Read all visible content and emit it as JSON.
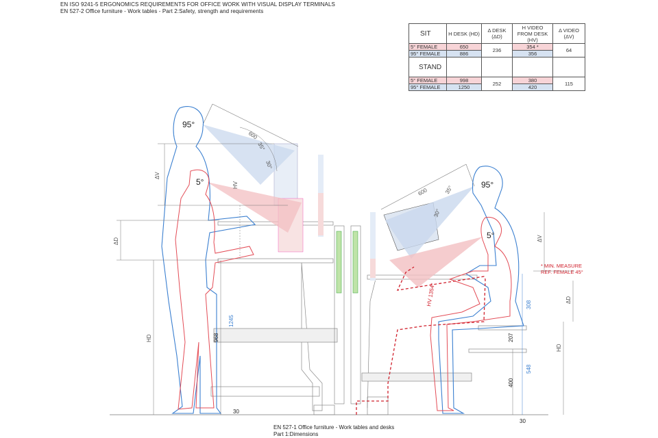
{
  "header": {
    "line1": "EN ISO 9241-5 ERGONOMICS REQUIREMENTS FOR OFFICE WORK WITH VISUAL DISPLAY TERMINALS",
    "line2": "EN 527-2 Office furniture - Work tables - Part 2:Safety, strength and requirements"
  },
  "footer": {
    "line1": "EN 527-1 Office furniture - Work tables and desks",
    "line2": "Part 1:Dimensions"
  },
  "table": {
    "sit_label": "SIT",
    "stand_label": "STAND",
    "col_hd": "H DESK (HD)",
    "col_dd": "Δ DESK (ΔD)",
    "col_hv": "H VIDEO FROM DESK (HV)",
    "col_dv": "Δ VIDEO (ΔV)",
    "row_f5": "5° FEMALE",
    "row_m95": "95° FEMALE",
    "sit": {
      "hd5": "650",
      "hd95": "886",
      "dd": "236",
      "hv5": "354 *",
      "hv95": "356",
      "dv": "64"
    },
    "stand": {
      "hd5": "998",
      "hd95": "1250",
      "dd": "252",
      "hv5": "380",
      "hv95": "420",
      "dv": "115"
    }
  },
  "note": {
    "line1": "* MIN. MEASURE",
    "line2": "REF. FEMALE 45°"
  },
  "labels": {
    "angle95": "95°",
    "angle5": "5°",
    "d600": "600",
    "d35": "35°",
    "d30": "30°",
    "dim968": "968",
    "dim1245": "1245",
    "dim30": "30",
    "dim207": "207",
    "dim400": "400",
    "dim548": "548",
    "dim308": "308",
    "hv354": "HV 1354*",
    "lbl_dv": "ΔV",
    "lbl_hv": "HV",
    "lbl_dd": "ΔD",
    "lbl_hd": "HD"
  },
  "colors": {
    "blue": "#3a7fd0",
    "red": "#e34b55",
    "gray": "#888888",
    "green": "#4caf50",
    "redDash": "#d0202c"
  }
}
